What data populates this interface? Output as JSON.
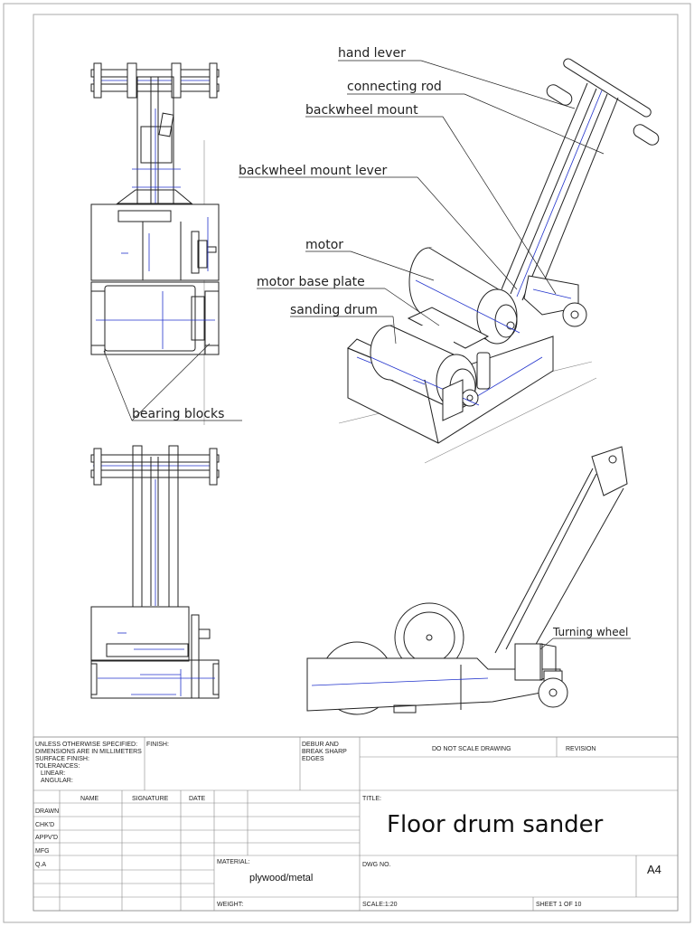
{
  "labels": {
    "hand_lever": "hand lever",
    "connecting_rod": "connecting rod",
    "backwheel_mount": "backwheel mount",
    "backwheel_mount_lever": "backwheel mount lever",
    "motor": "motor",
    "motor_base_plate": "motor base plate",
    "sanding_drum": "sanding drum",
    "bearing_blocks": "bearing blocks",
    "turning_wheel": "Turning wheel"
  },
  "title_block": {
    "notes": [
      "UNLESS OTHERWISE SPECIFIED:",
      "DIMENSIONS ARE IN MILLIMETERS",
      "SURFACE FINISH:",
      "TOLERANCES:",
      "LINEAR:",
      "ANGULAR:"
    ],
    "finish_label": "FINISH:",
    "debur": [
      "DEBUR AND",
      "BREAK SHARP",
      "EDGES"
    ],
    "do_not_scale": "DO NOT SCALE DRAWING",
    "revision_label": "REVISION",
    "col_name": "NAME",
    "col_signature": "SIGNATURE",
    "col_date": "DATE",
    "rows": [
      "DRAWN",
      "CHK'D",
      "APPV'D",
      "MFG",
      "Q.A"
    ],
    "title_label": "TITLE:",
    "title": "Floor drum sander",
    "material_label": "MATERIAL:",
    "material": "plywood/metal",
    "dwg_no_label": "DWG NO.",
    "size": "A4",
    "weight_label": "WEIGHT:",
    "scale": "SCALE:1:20",
    "sheet": "SHEET 1 OF 10"
  },
  "colors": {
    "ink": "#222222",
    "centerline": "#2233cc",
    "frame": "#aaaaaa"
  }
}
